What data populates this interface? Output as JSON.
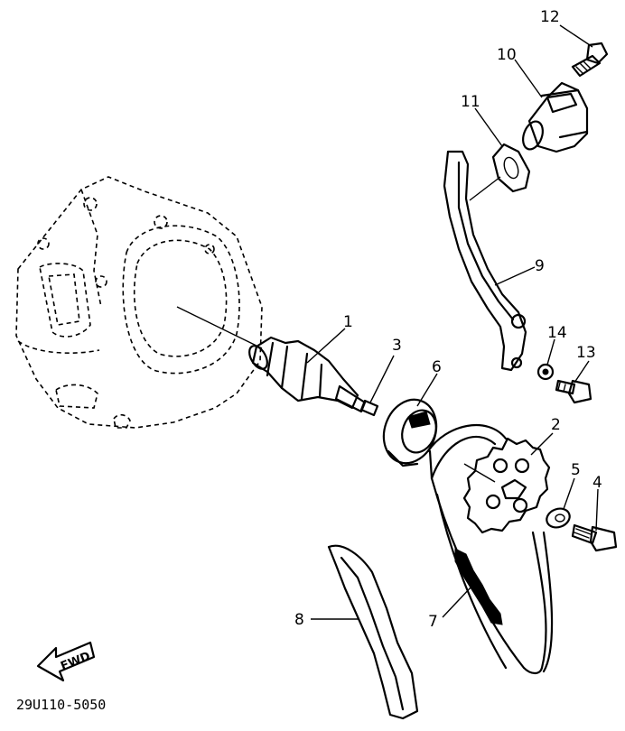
{
  "callouts": [
    {
      "id": "1",
      "label": "1",
      "part": "camshaft"
    },
    {
      "id": "2",
      "label": "2",
      "part": "cam-sprocket"
    },
    {
      "id": "3",
      "label": "3",
      "part": "dowel-pin"
    },
    {
      "id": "4",
      "label": "4",
      "part": "sprocket-bolt"
    },
    {
      "id": "5",
      "label": "5",
      "part": "washer"
    },
    {
      "id": "6",
      "label": "6",
      "part": "decompressor-cam"
    },
    {
      "id": "7",
      "label": "7",
      "part": "cam-chain"
    },
    {
      "id": "8",
      "label": "8",
      "part": "chain-guide-exhaust"
    },
    {
      "id": "9",
      "label": "9",
      "part": "chain-guide-intake"
    },
    {
      "id": "10",
      "label": "10",
      "part": "chain-tensioner"
    },
    {
      "id": "11",
      "label": "11",
      "part": "tensioner-gasket"
    },
    {
      "id": "12",
      "label": "12",
      "part": "tensioner-bolt"
    },
    {
      "id": "13",
      "label": "13",
      "part": "guide-bolt"
    },
    {
      "id": "14",
      "label": "14",
      "part": "guide-washer"
    }
  ],
  "fwd_label": "FWD",
  "diagram_code": "29U110-5050"
}
